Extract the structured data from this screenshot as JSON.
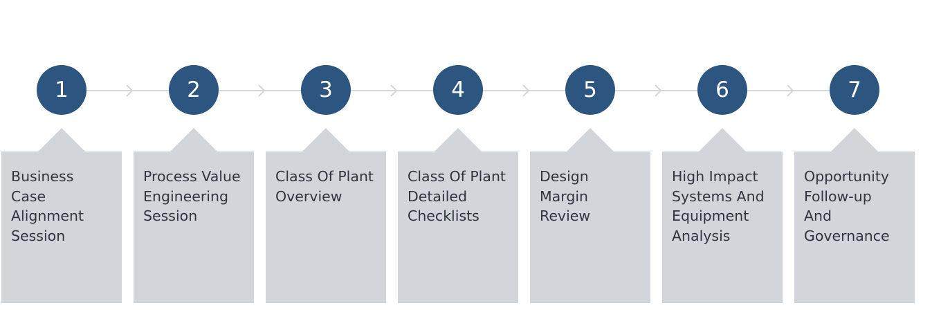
{
  "colors": {
    "circle_fill": "#2c5580",
    "circle_text": "#ffffff",
    "card_fill": "#d2d5da",
    "card_text": "#2f3640",
    "connector": "#d4d7dc"
  },
  "icons": {
    "connector_arrow": "chevron-right-icon"
  },
  "steps": [
    {
      "number": "1",
      "label": "Business\nCase\nAlignment\nSession"
    },
    {
      "number": "2",
      "label": "Process Value\nEngineering\nSession"
    },
    {
      "number": "3",
      "label": "Class Of Plant\nOverview"
    },
    {
      "number": "4",
      "label": "Class Of Plant\nDetailed\nChecklists"
    },
    {
      "number": "5",
      "label": "Design\nMargin\nReview"
    },
    {
      "number": "6",
      "label": "High Impact\nSystems And\nEquipment\nAnalysis"
    },
    {
      "number": "7",
      "label": "Opportunity\nFollow-up\nAnd\nGovernance"
    }
  ]
}
